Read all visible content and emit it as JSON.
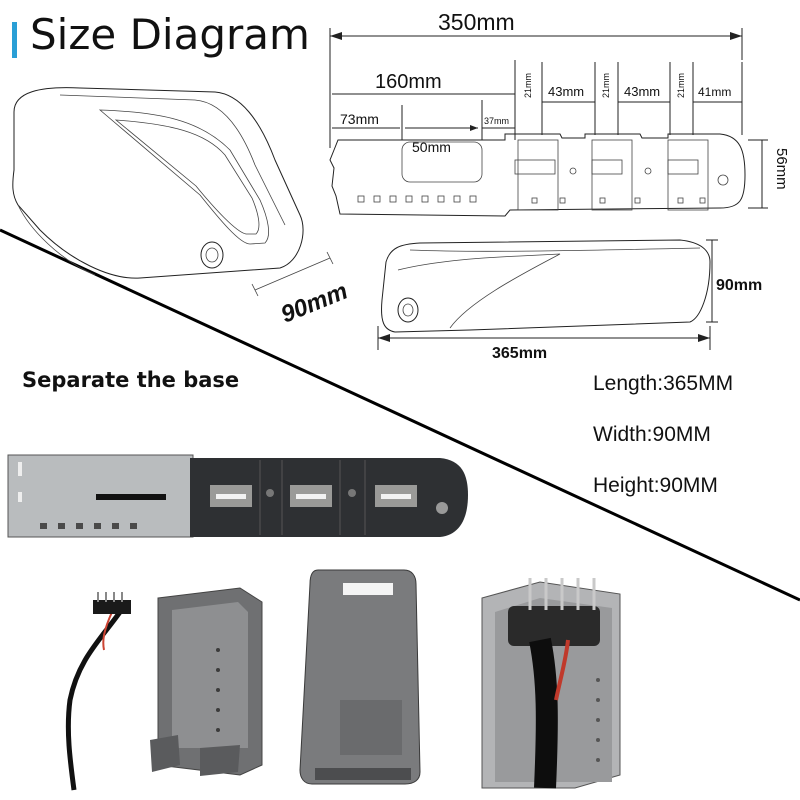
{
  "title": "Size Diagram",
  "dimensions": {
    "total_length": "350mm",
    "front_section": "160mm",
    "section_73": "73mm",
    "section_37": "37mm",
    "slot_50": "50mm",
    "gaps_21": [
      "21mm",
      "21mm",
      "21mm"
    ],
    "sections_43": [
      "43mm",
      "43mm"
    ],
    "section_41": "41mm",
    "base_height": "56mm",
    "perspective_width": "90mm",
    "side_height": "90mm",
    "side_length": "365mm"
  },
  "separate_title": "Separate the base",
  "specs": {
    "length": "Length:365MM",
    "width": "Width:90MM",
    "height": "Height:90MM"
  }
}
